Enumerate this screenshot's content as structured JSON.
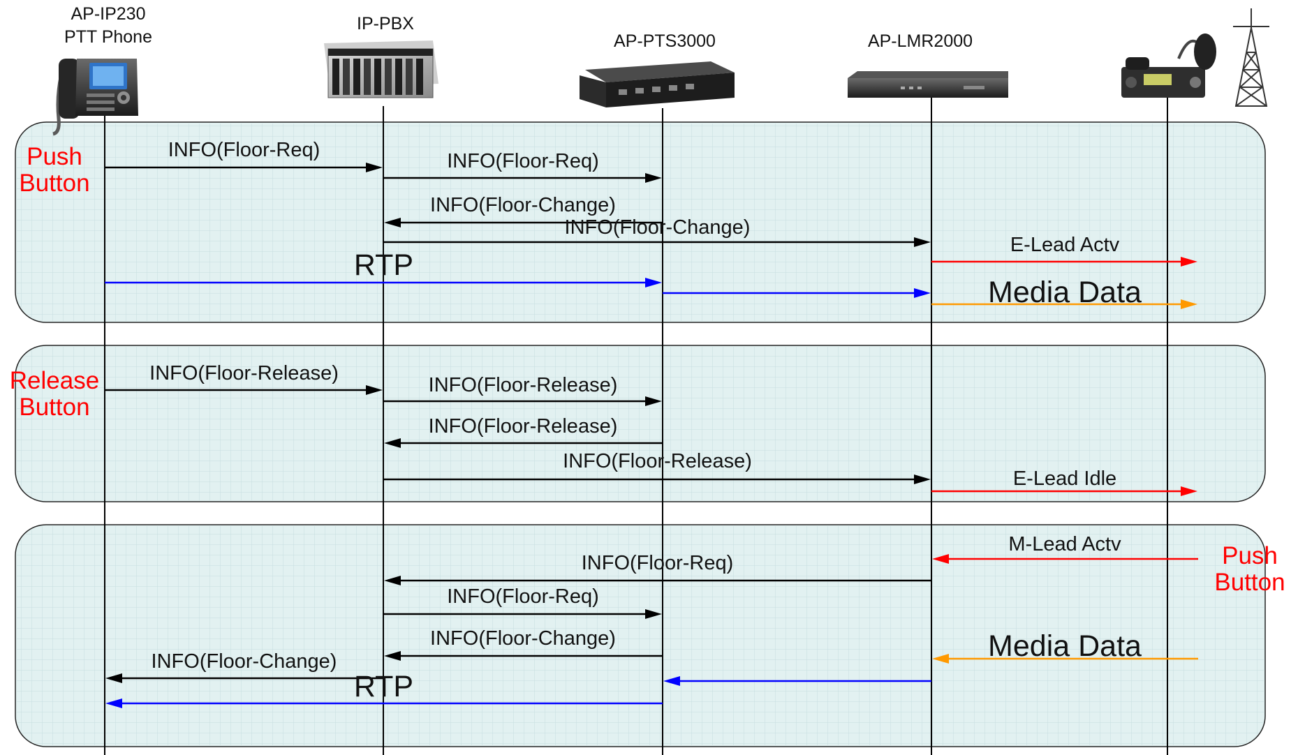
{
  "colors": {
    "panel_fill": "#e2f1f1",
    "panel_grid": "#c6dde0",
    "black": "#000000",
    "red": "#ff0000",
    "blue": "#0000ff",
    "orange": "#ff9900"
  },
  "participants": [
    {
      "id": "phone",
      "title_lines": [
        "AP-IP230",
        "PTT Phone"
      ],
      "icon": "ip-phone-icon"
    },
    {
      "id": "pbx",
      "title_lines": [
        "IP-PBX"
      ],
      "icon": "pbx-chassis-icon"
    },
    {
      "id": "pts",
      "title_lines": [
        "AP-PTS3000"
      ],
      "icon": "rack-server-icon"
    },
    {
      "id": "lmr",
      "title_lines": [
        "AP-LMR2000"
      ],
      "icon": "rack-gateway-icon"
    },
    {
      "id": "radio",
      "title_lines": [],
      "icon": "mobile-radio-icon"
    }
  ],
  "tower_icon": "radio-tower-icon",
  "sections": [
    {
      "id": "push",
      "side_label": {
        "lines": [
          "Push",
          "Button"
        ],
        "color": "red",
        "side": "left"
      },
      "messages": [
        {
          "label": "INFO(Floor-Req)",
          "from": "phone",
          "to": "pbx",
          "color": "black"
        },
        {
          "label": "INFO(Floor-Req)",
          "from": "pbx",
          "to": "pts",
          "color": "black"
        },
        {
          "label": "INFO(Floor-Change)",
          "from": "pts",
          "to": "pbx",
          "color": "black"
        },
        {
          "label": "INFO(Floor-Change)",
          "from": "pbx",
          "to": "lmr",
          "color": "black"
        },
        {
          "label": "E-Lead Actv",
          "from": "lmr",
          "to": "radio",
          "color": "red"
        },
        {
          "label": "RTP",
          "from": "phone",
          "to": "pts",
          "color": "blue",
          "large": true
        },
        {
          "label": "",
          "from": "pts",
          "to": "lmr",
          "color": "blue"
        },
        {
          "label": "Media Data",
          "from": "lmr",
          "to": "radio",
          "color": "orange",
          "label_color": "blue",
          "large": true
        }
      ]
    },
    {
      "id": "release",
      "side_label": {
        "lines": [
          "Release",
          "Button"
        ],
        "color": "red",
        "side": "left"
      },
      "messages": [
        {
          "label": "INFO(Floor-Release)",
          "from": "phone",
          "to": "pbx",
          "color": "black"
        },
        {
          "label": "INFO(Floor-Release)",
          "from": "pbx",
          "to": "pts",
          "color": "black"
        },
        {
          "label": "INFO(Floor-Release)",
          "from": "pts",
          "to": "pbx",
          "color": "black"
        },
        {
          "label": "INFO(Floor-Release)",
          "from": "pbx",
          "to": "lmr",
          "color": "black"
        },
        {
          "label": "E-Lead Idle",
          "from": "lmr",
          "to": "radio",
          "color": "red"
        }
      ]
    },
    {
      "id": "radio-push",
      "side_label": {
        "lines": [
          "Push",
          "Button"
        ],
        "color": "red",
        "side": "right"
      },
      "messages": [
        {
          "label": "M-Lead Actv",
          "from": "radio",
          "to": "lmr",
          "color": "red"
        },
        {
          "label": "INFO(Floor-Req)",
          "from": "lmr",
          "to": "pbx",
          "color": "black"
        },
        {
          "label": "INFO(Floor-Req)",
          "from": "pbx",
          "to": "pts",
          "color": "black"
        },
        {
          "label": "INFO(Floor-Change)",
          "from": "pts",
          "to": "pbx",
          "color": "black"
        },
        {
          "label": "Media Data",
          "from": "radio",
          "to": "lmr",
          "color": "orange",
          "label_color": "blue",
          "large": true
        },
        {
          "label": "INFO(Floor-Change)",
          "from": "pbx",
          "to": "phone",
          "color": "black"
        },
        {
          "label": "",
          "from": "lmr",
          "to": "pts",
          "color": "blue"
        },
        {
          "label": "RTP",
          "from": "pts",
          "to": "phone",
          "color": "blue",
          "large": true
        }
      ]
    }
  ]
}
